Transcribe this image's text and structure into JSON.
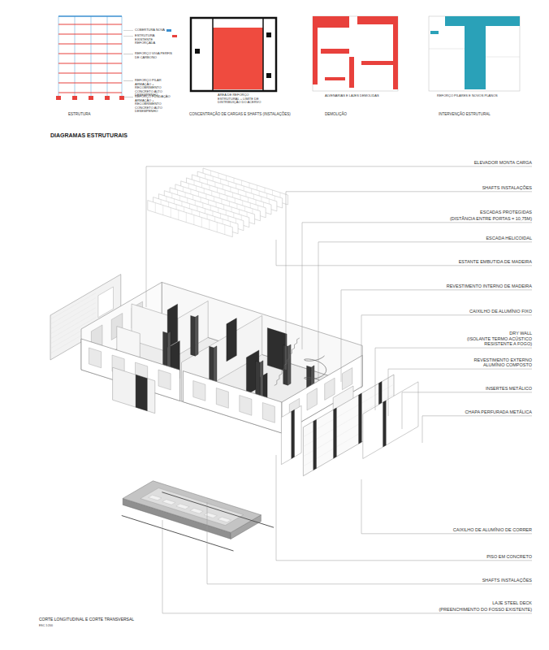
{
  "diagram": {
    "title": "DIAGRAMAS ESTRUTURAIS",
    "caption": "CORTE LONGITUDINAL E CORTE TRANSVERSAL",
    "labels": [
      "REFORÇO VIGA PERFIS DE CARBONO",
      "REFORÇO PILAR ARMAÇÃO + RECOBRIMENTO CONCRETO ALTO DESEMPENHO",
      "REFORÇO FUNDAÇÃO ARMAÇÃO + RECOBRIMENTO CONCRETO ALTO DESEMPENHO",
      "ESTRUTURA",
      "ÁREA DE REFORÇO ESTRUTURAL + LIMITE DE DISTRIBUIÇÃO DO ACERVO",
      "CONCENTRAÇÃO DE CARGAS E SHAFTS (INSTALAÇÕES)",
      "ALVENARIAS E LAJES DEMOLIDAS",
      "DEMOLIÇÃO",
      "REFORÇO PILARES E NOVOS PLANOS",
      "INTERVENÇÃO ESTRUTURAL",
      "ELEVADOR MONTA CARGA",
      "SHAFTS INSTALAÇÕES",
      "ESCADAS PROTEGIDAS",
      "(DISTÂNCIA ENTRE PORTAS = 10,75M)",
      "ESCADA HELICOIDAL",
      "ESTANTE EMBUTIDA DE MADEIRA",
      "REVESTIMENTO INTERNO DE MADEIRA",
      "CAIXILHO DE ALUMÍNIO FIXO",
      "DRY WALL",
      "(ISOLANTE TERMO ACÚSTICO RESISTENTE A FOGO)",
      "REVESTIMENTO EXTERNO ALUMÍNIO COMPOSTO",
      "INSERTES METÁLICO",
      "CHAPA PERFURADA METÁLICA",
      "CAIXILHO DE ALUMÍNIO DE CORRER",
      "PISO EM CONCRETO",
      "SHAFTS INSTALAÇÕES",
      "LAJE STEEL DECK",
      "(PREENCHIMENTO DO FOSSO EXISTENTE)",
      "ESC 1:200"
    ],
    "legend": [
      {
        "text": "COBERTURA NOVA",
        "color": "#3a8fd0"
      },
      {
        "text": "ESTRUTURA EXISTENTE REFORÇADA",
        "color": "#e8413c"
      }
    ]
  }
}
